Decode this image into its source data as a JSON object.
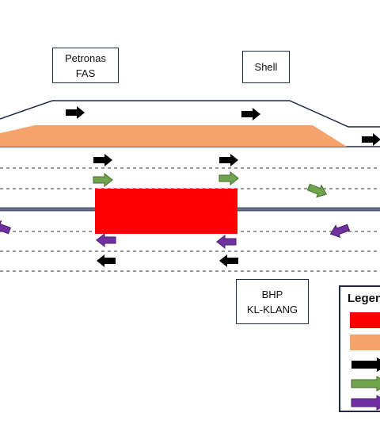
{
  "labels": {
    "petronas": "Petronas\nFAS",
    "shell": "Shell",
    "bhp": "BHP\nKL-KLANG"
  },
  "legend": {
    "title": "Legend"
  },
  "colors": {
    "work_zone": "#ff0000",
    "shoulder_zone": "#f4a46a",
    "arrow_black": "#000000",
    "arrow_green": "#70a44c",
    "arrow_purple": "#7030a0",
    "median": "#6b7290",
    "outline": "#1f2a44"
  }
}
